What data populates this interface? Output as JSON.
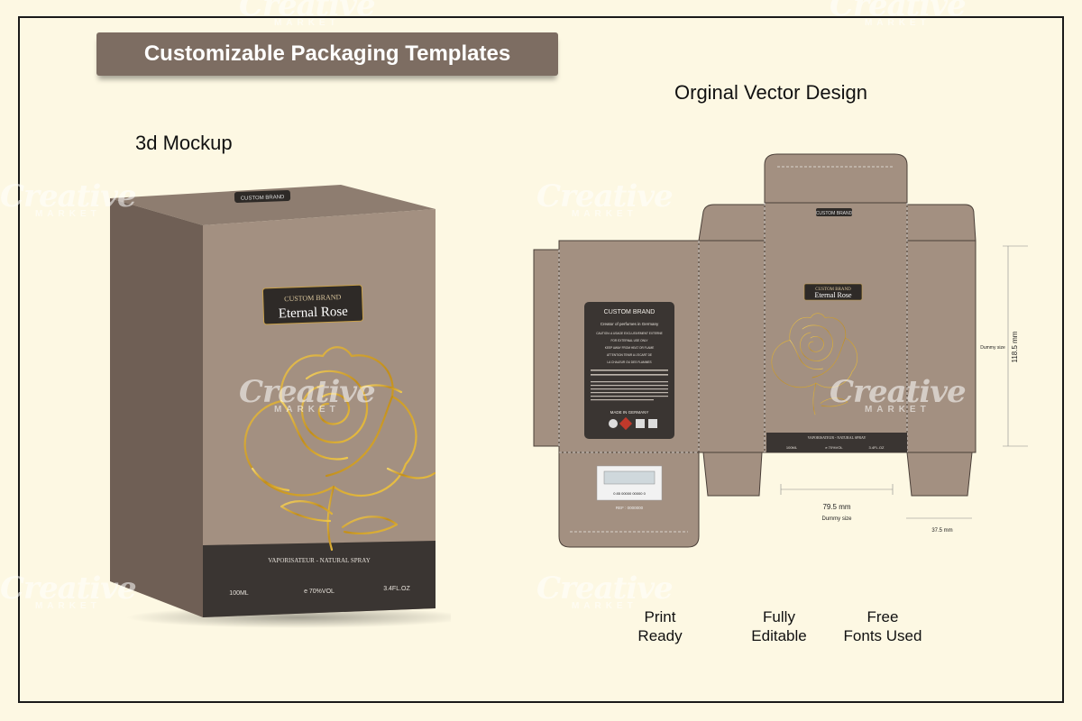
{
  "banner": {
    "title": "Customizable Packaging Templates"
  },
  "labels": {
    "mockup": "3d Mockup",
    "vector": "Orginal Vector Design"
  },
  "features": [
    {
      "line1": "Print",
      "line2": "Ready"
    },
    {
      "line1": "Fully",
      "line2": "Editable"
    },
    {
      "line1": "Free",
      "line2": "Fonts Used"
    }
  ],
  "watermark": {
    "name": "Creative",
    "sub": "MARKET"
  },
  "box": {
    "top_label": "CUSTOM BRAND",
    "brand": "CUSTOM BRAND",
    "product": "Eternal Rose",
    "strip_title": "VAPORISATEUR - NATURAL SPRAY",
    "volume": "100ML",
    "alcohol": "e 70%VOL",
    "ounces": "3.4FL.OZ"
  },
  "dieline": {
    "top_label": "CUSTOM BRAND",
    "brand": "CUSTOM BRAND",
    "product": "Eternal Rose",
    "back_title": "CUSTOM BRAND",
    "back_subtitle": "Creator of perfumes in Germany",
    "back_lines": [
      "CAUTION: A USAGE EXCLUSIVEMENT EXTERNE",
      "FOR EXTERNAL USE ONLY",
      "KEEP AWAY FROM HEAT OR FLAME",
      "ATTENTION TENIR A L'ECART DE",
      "LA CHALEUR OU DES FLAMMES"
    ],
    "made_in": "MADE IN GERMANY",
    "strip_title": "VAPORISATEUR - NATURAL SPRAY",
    "volume": "100ML",
    "alcohol": "e 70%VOL",
    "ounces": "3.4FL.OZ",
    "barcode_digits": "0  85  00000  00000  0",
    "ref": "REF : 0000000",
    "dim_width": "79.5 mm",
    "dim_width_note": "Dummy size",
    "dim_height": "118.5 mm",
    "dim_height_note": "Dummy size",
    "dim_depth": "37.5 mm"
  },
  "colors": {
    "banner": "#7d6d62",
    "box": "#a39081",
    "dark": "#3a3532",
    "gold": "#d9a927",
    "bg": "#fdf8e3"
  }
}
